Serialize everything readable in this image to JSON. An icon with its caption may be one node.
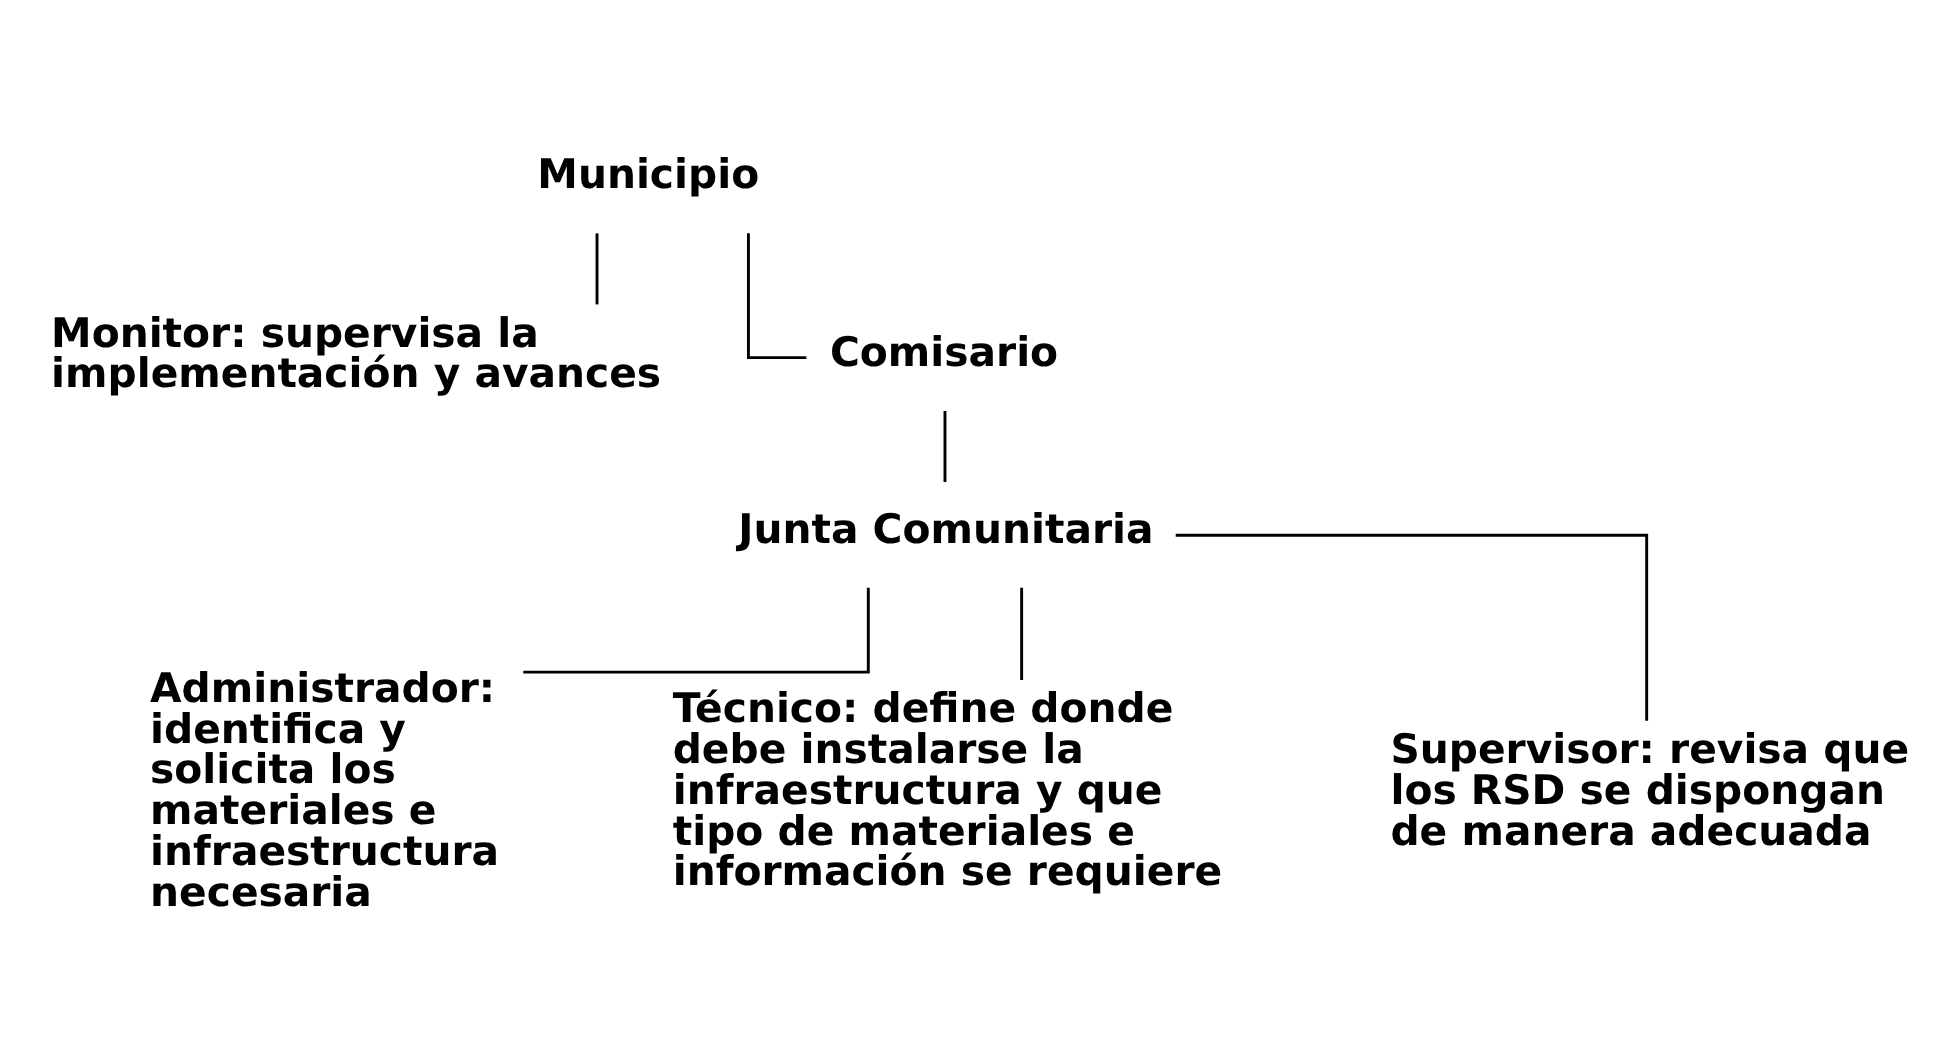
{
  "diagram": {
    "nodes": [
      {
        "text": [
          "Municipio"
        ]
      },
      {
        "text": [
          "Monitor: supervisa la implementación y avances"
        ]
      },
      {
        "text": [
          "Comisario"
        ]
      },
      {
        "text": [
          "Junta Comunitaria"
        ]
      },
      {
        "text": [
          "Administrador: identifica y solicita los materiales e infraestructura necesaria"
        ]
      },
      {
        "text": [
          "Técnico: define donde debe instalarse la infraestructura y que tipo de materiales e información se requiere"
        ]
      },
      {
        "text": [
          "Supervisor: revisa que los RSD se dispongan de manera adecuada"
        ]
      }
    ],
    "edges": [
      {
        "from": 0,
        "to": 1,
        "arrow": "none"
      },
      {
        "from": 0,
        "to": 2,
        "arrow": "none"
      },
      {
        "from": 2,
        "to": 3,
        "arrow": "none"
      },
      {
        "from": 3,
        "to": 4,
        "arrow": "none"
      },
      {
        "from": 3,
        "to": 5,
        "arrow": "none"
      },
      {
        "from": 3,
        "to": 6,
        "arrow": "none"
      }
    ]
  }
}
